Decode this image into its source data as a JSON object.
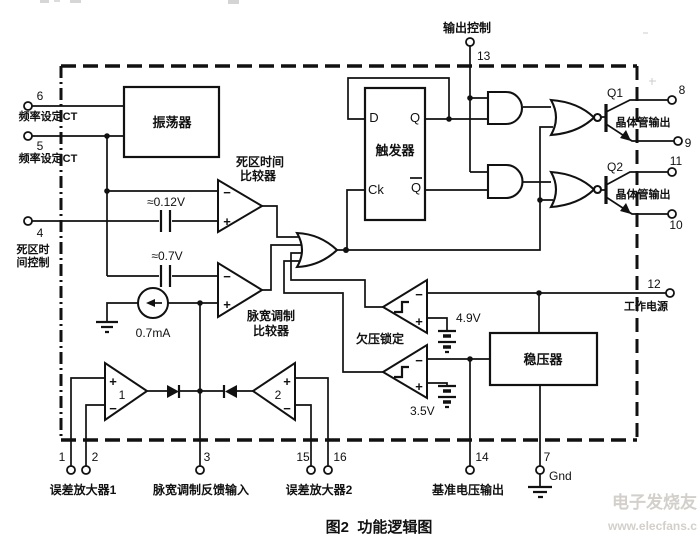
{
  "caption": "图2  功能逻辑图",
  "watermark": {
    "brand": "电子发烧友",
    "site": "www.elecfans.com"
  },
  "blocks": {
    "oscillator": "振荡器",
    "flipflop": {
      "title": "触发器",
      "d": "D",
      "q": "Q",
      "ck": "Ck",
      "qbar": "Q"
    },
    "regulator": "稳压器",
    "deadtime_comp_line1": "死区时间",
    "deadtime_comp_line2": "比较器",
    "pwm_comp_line1": "脉宽调制",
    "pwm_comp_line2": "比较器",
    "uvlo": "欠压锁定"
  },
  "transistors": {
    "q1": "Q1",
    "q1_label": "晶体管输出",
    "q2": "Q2",
    "q2_label": "晶体管输出"
  },
  "amps": {
    "ea1": "1",
    "ea2": "2"
  },
  "values": {
    "offset_dtc": "≈0.12V",
    "offset_pwm": "≈0.7V",
    "current_source": "0.7mA",
    "uvlo_ref_high": "4.9V",
    "uvlo_ref_low": "3.5V"
  },
  "signs": {
    "plus": "+",
    "minus": "−"
  },
  "pins": {
    "p6": "6",
    "p5": "5",
    "p4": "4",
    "p13": "13",
    "p8": "8",
    "p9": "9",
    "p11": "11",
    "p10": "10",
    "p12": "12",
    "p1": "1",
    "p2": "2",
    "p3": "3",
    "p15": "15",
    "p16": "16",
    "p14": "14",
    "p7": "7"
  },
  "pin_labels": {
    "freq_ct_6": "频率设定CT",
    "freq_ct_5": "频率设定CT",
    "deadtime_line1": "死区时",
    "deadtime_line2": "间控制",
    "output_control": "输出控制",
    "vcc": "工作电源",
    "gnd": "Gnd",
    "ea1": "误差放大器1",
    "pwm_feedback": "脉宽调制反馈输入",
    "ea2": "误差放大器2",
    "vref_out": "基准电压输出"
  },
  "colors": {
    "line": "#111111",
    "background": "#ffffff",
    "watermark": "#d3d0cb"
  }
}
